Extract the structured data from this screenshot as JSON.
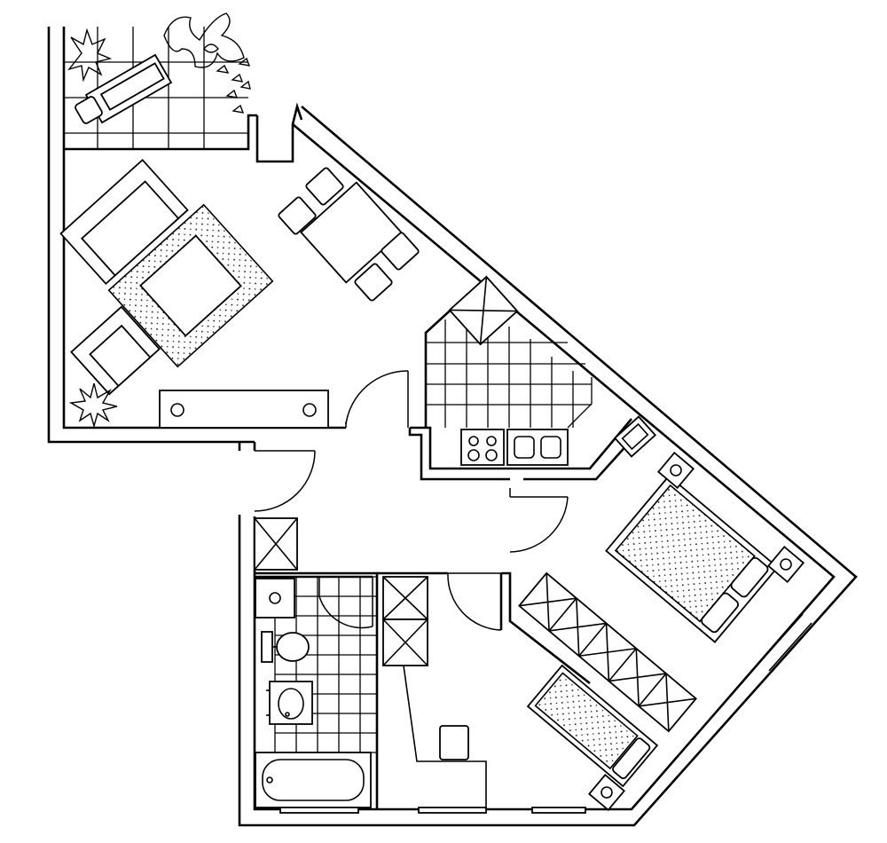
{
  "drawing": {
    "kind": "apartment-floor-plan",
    "colors": {
      "line": "#000000",
      "background": "#ffffff"
    },
    "rooms": [
      {
        "id": "balcony",
        "icon": "lounger-icon"
      },
      {
        "id": "living-room",
        "icon": "sofa-icon"
      },
      {
        "id": "dining-area",
        "icon": "dining-table-icon"
      },
      {
        "id": "kitchen",
        "icon": "stove-icon"
      },
      {
        "id": "hallway",
        "icon": "door-icon"
      },
      {
        "id": "bathroom",
        "icon": "bathtub-icon"
      },
      {
        "id": "study",
        "icon": "desk-icon"
      },
      {
        "id": "bedroom",
        "icon": "bed-icon"
      }
    ]
  }
}
